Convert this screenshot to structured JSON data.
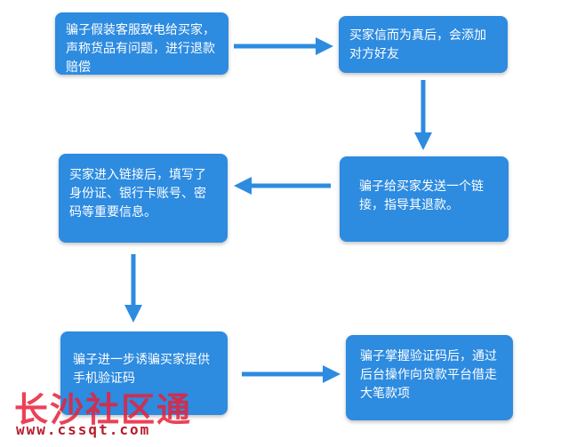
{
  "steps": [
    {
      "text": "骗子假装客服致电给买家，声称货品有问题，进行退款赔偿"
    },
    {
      "text": "买家信而为真后，会添加对方好友"
    },
    {
      "text": "骗子给买家发送一个链接，指导其退款。"
    },
    {
      "text": "买家进入链接后，填写了身份证、银行卡账号、密码等重要信息。"
    },
    {
      "text": "骗子进一步诱骗买家提供手机验证码"
    },
    {
      "text": "骗子掌握验证码后，通过后台操作向贷款平台借走大笔款项"
    }
  ],
  "watermark": {
    "title": "长沙社区通",
    "url": "www.cssqt.com"
  },
  "colors": {
    "box_fill": "#2d8be0",
    "arrow": "#2d8be0",
    "watermark": "#e8213a"
  }
}
